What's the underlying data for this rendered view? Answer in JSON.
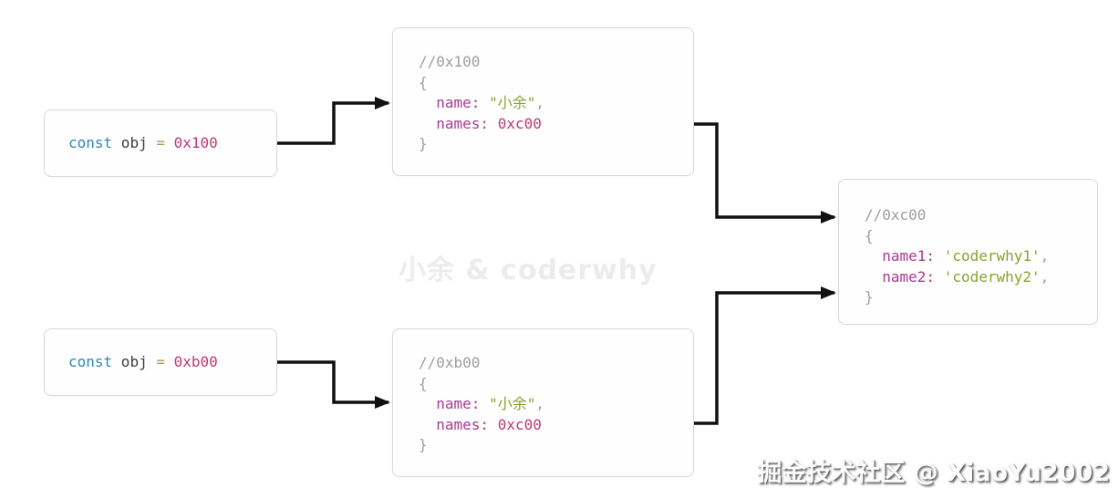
{
  "palette": {
    "background": "#ffffff",
    "box_border": "#d9d9d9",
    "box_background": "#fefefe",
    "arrow": "#111111",
    "keyword": "#2f86b3",
    "identifier": "#3b3b3b",
    "operator": "#b5975a",
    "number": "#bd3a72",
    "property": "#ab3a93",
    "string": "#86a52e",
    "comment": "#9e9e9e",
    "punctuation": "#9e9e9e",
    "watermark_center": "#ececec"
  },
  "boxes": {
    "var1": {
      "lines": [
        [
          {
            "t": "const",
            "c": "kw"
          },
          {
            "t": " obj ",
            "c": "pl"
          },
          {
            "t": "=",
            "c": "op"
          },
          {
            "t": " ",
            "c": "pl"
          },
          {
            "t": "0x100",
            "c": "nu"
          }
        ]
      ]
    },
    "heap0x100": {
      "lines": [
        [
          {
            "t": "//0x100",
            "c": "cm"
          }
        ],
        [
          {
            "t": "{",
            "c": "pu"
          }
        ],
        [
          {
            "t": "  ",
            "c": "pl"
          },
          {
            "t": "name:",
            "c": "pr"
          },
          {
            "t": " ",
            "c": "pl"
          },
          {
            "t": "\"小余\"",
            "c": "st"
          },
          {
            "t": ",",
            "c": "pu"
          }
        ],
        [
          {
            "t": "  ",
            "c": "pl"
          },
          {
            "t": "names:",
            "c": "pr"
          },
          {
            "t": " ",
            "c": "pl"
          },
          {
            "t": "0xc00",
            "c": "nu"
          }
        ],
        [
          {
            "t": "}",
            "c": "pu"
          }
        ]
      ]
    },
    "heap0xc00": {
      "lines": [
        [
          {
            "t": "//0xc00",
            "c": "cm"
          }
        ],
        [
          {
            "t": "{",
            "c": "pu"
          }
        ],
        [
          {
            "t": "  ",
            "c": "pl"
          },
          {
            "t": "name1:",
            "c": "pr"
          },
          {
            "t": " ",
            "c": "pl"
          },
          {
            "t": "'coderwhy1'",
            "c": "st"
          },
          {
            "t": ",",
            "c": "pu"
          }
        ],
        [
          {
            "t": "  ",
            "c": "pl"
          },
          {
            "t": "name2:",
            "c": "pr"
          },
          {
            "t": " ",
            "c": "pl"
          },
          {
            "t": "'coderwhy2'",
            "c": "st"
          },
          {
            "t": ",",
            "c": "pu"
          }
        ],
        [
          {
            "t": "}",
            "c": "pu"
          }
        ]
      ]
    },
    "var2": {
      "lines": [
        [
          {
            "t": "const",
            "c": "kw"
          },
          {
            "t": " obj ",
            "c": "pl"
          },
          {
            "t": "=",
            "c": "op"
          },
          {
            "t": " ",
            "c": "pl"
          },
          {
            "t": "0xb00",
            "c": "nu"
          }
        ]
      ]
    },
    "heap0xb00": {
      "lines": [
        [
          {
            "t": "//0xb00",
            "c": "cm"
          }
        ],
        [
          {
            "t": "{",
            "c": "pu"
          }
        ],
        [
          {
            "t": "  ",
            "c": "pl"
          },
          {
            "t": "name:",
            "c": "pr"
          },
          {
            "t": " ",
            "c": "pl"
          },
          {
            "t": "\"小余\"",
            "c": "st"
          },
          {
            "t": ",",
            "c": "pu"
          }
        ],
        [
          {
            "t": "  ",
            "c": "pl"
          },
          {
            "t": "names:",
            "c": "pr"
          },
          {
            "t": " ",
            "c": "pl"
          },
          {
            "t": "0xc00",
            "c": "nu"
          }
        ],
        [
          {
            "t": "}",
            "c": "pu"
          }
        ]
      ]
    }
  },
  "watermarks": {
    "center": "小余 & coderwhy",
    "corner": "掘金技术社区 @ XiaoYu2002"
  }
}
